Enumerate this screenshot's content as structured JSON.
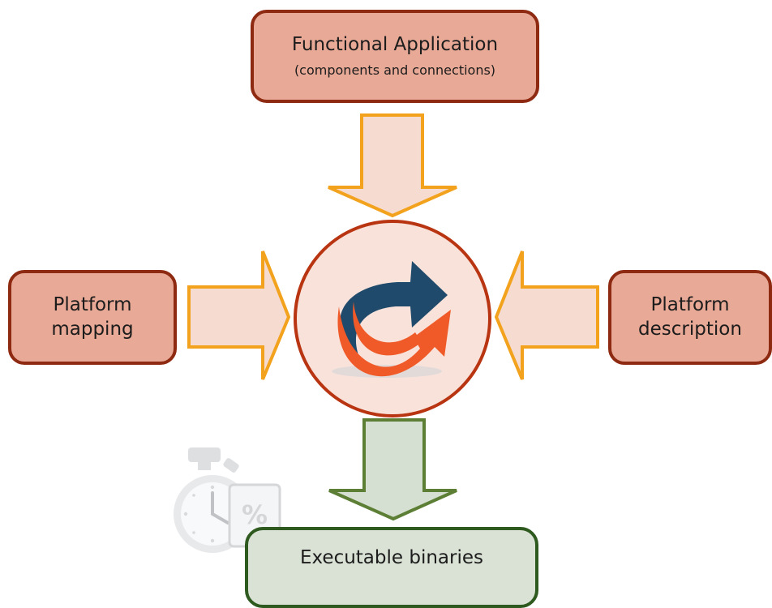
{
  "inputs": {
    "functional_application": {
      "title": "Functional Application",
      "subtitle": "(components and connections)"
    },
    "platform_mapping": {
      "line1": "Platform",
      "line2": "mapping"
    },
    "platform_description": {
      "line1": "Platform",
      "line2": "description"
    }
  },
  "output": {
    "title": "Executable binaries"
  },
  "icons": {
    "center": "cycle-arrows-icon",
    "watermark": "stopwatch-percent-icon"
  },
  "colors": {
    "input_fill": "#e8a996",
    "input_border": "#8e2a12",
    "input_arrow_fill": "#f6dbd1",
    "input_arrow_stroke": "#f2a21c",
    "output_fill": "#d9e2d5",
    "output_border": "#2f5a1f",
    "output_arrow_fill": "#d6e0d2",
    "output_arrow_stroke": "#5c7f35",
    "center_fill": "#f8e2da",
    "center_border": "#b93512",
    "cycle_dark": "#1f4a6b",
    "cycle_orange": "#f05a28"
  }
}
